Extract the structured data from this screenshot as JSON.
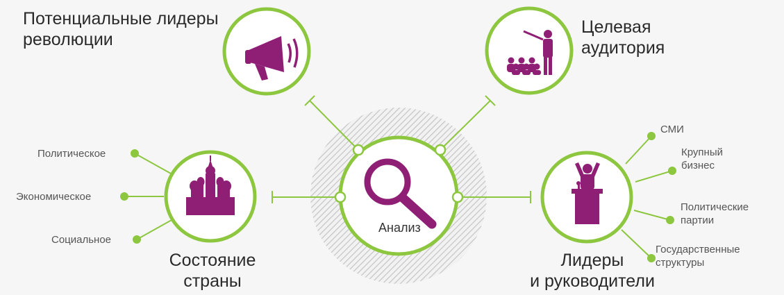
{
  "center": {
    "label": "Анализ",
    "icon": "magnifier-icon"
  },
  "nodes": {
    "leaders_revolution": {
      "line1": "Потенциальные лидеры",
      "line2": "революции",
      "icon": "megaphone-icon"
    },
    "audience": {
      "line1": "Целевая",
      "line2": "аудитория",
      "icon": "presenter-audience-icon"
    },
    "country_state": {
      "line1": "Состояние",
      "line2": "страны",
      "icon": "kremlin-icon",
      "items": [
        "Политическое",
        "Экономическое",
        "Социальное"
      ]
    },
    "leaders": {
      "line1": "Лидеры",
      "line2": "и руководители",
      "icon": "speaker-podium-icon",
      "items": [
        {
          "line1": "СМИ",
          "line2": ""
        },
        {
          "line1": "Крупный",
          "line2": "бизнес"
        },
        {
          "line1": "Политические",
          "line2": "партии"
        },
        {
          "line1": "Государственные",
          "line2": "структуры"
        }
      ]
    }
  },
  "colors": {
    "green": "#8dc63f",
    "purple": "#8e1f74",
    "text": "#333333",
    "hatch": "#c8c8c8"
  }
}
